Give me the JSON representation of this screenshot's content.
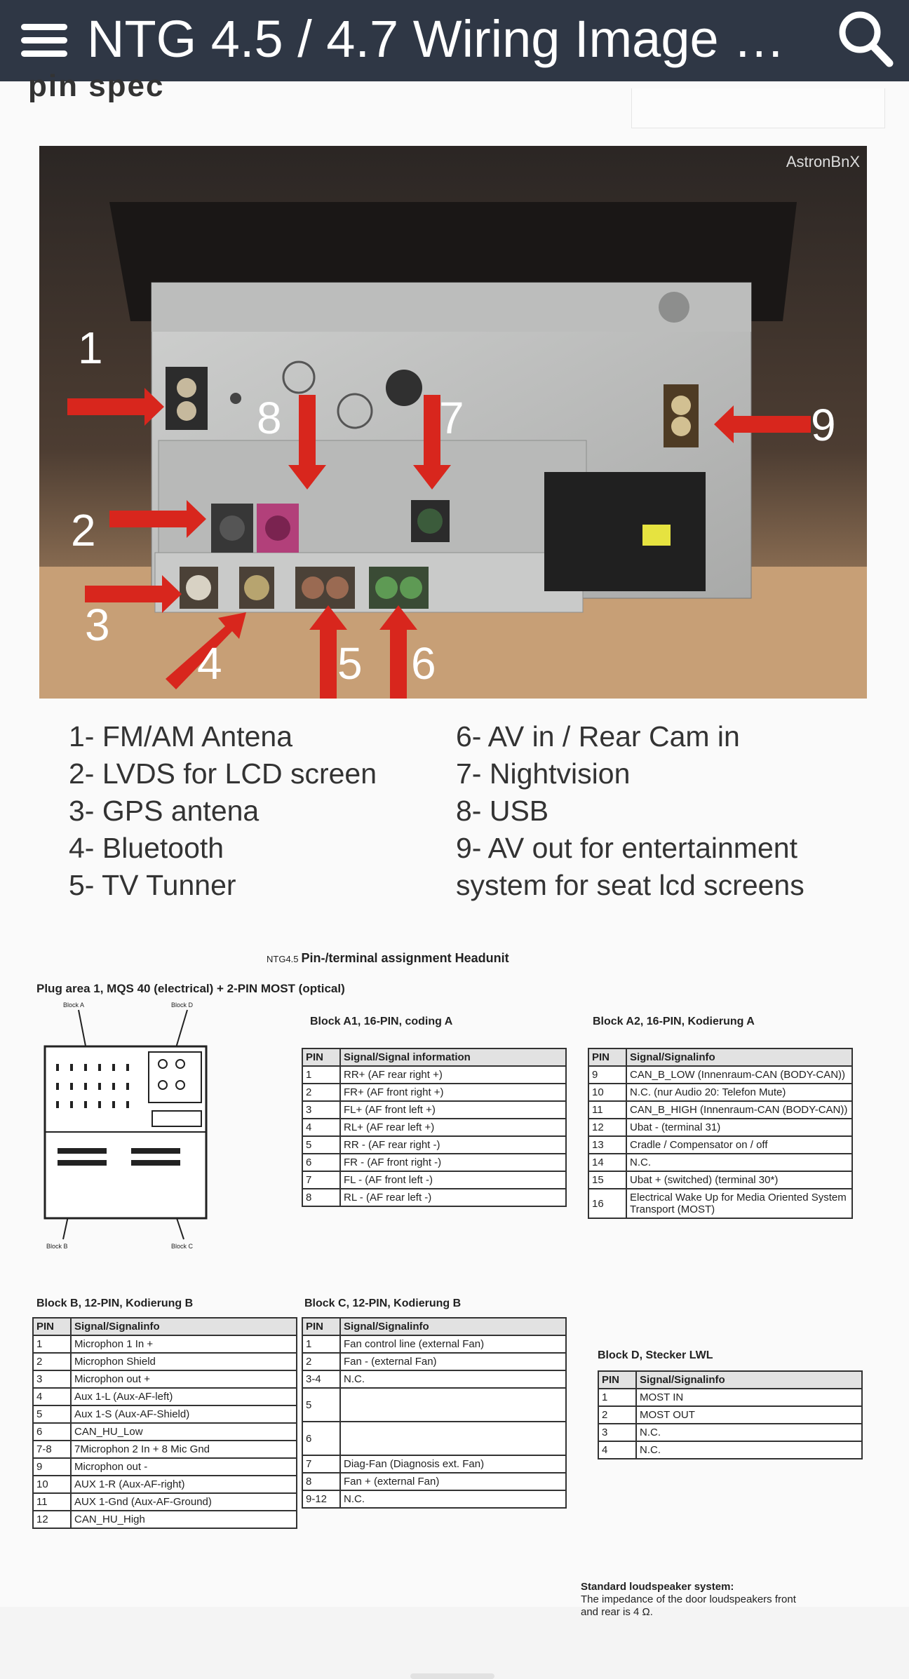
{
  "header": {
    "title": "NTG 4.5 / 4.7 Wiring Image …"
  },
  "document": {
    "photo_watermark": "AstronBnX",
    "photo_numbers": [
      "1",
      "2",
      "3",
      "4",
      "5",
      "6",
      "7",
      "8",
      "9"
    ],
    "legend_left": [
      "1- FM/AM Antena",
      "2- LVDS for LCD screen",
      "3- GPS antena",
      "4- Bluetooth",
      "5- TV Tunner"
    ],
    "legend_right": [
      "6- AV in / Rear Cam in",
      "7- Nightvision",
      "8- USB",
      "9- AV out for entertainment",
      "system for seat lcd screens"
    ],
    "pin_title_prefix": "NTG4.5",
    "pin_title": "Pin-/terminal assignment Headunit",
    "plug_area": "Plug area 1, MQS 40 (electrical) + 2-PIN MOST (optical)",
    "diagram_labels": {
      "a": "Block A",
      "b": "Block B",
      "c": "Block C",
      "d": "Block D"
    },
    "block_a1": {
      "title": "Block A1, 16-PIN, coding A",
      "headers": [
        "PIN",
        "Signal/Signal information"
      ],
      "rows": [
        [
          "1",
          "RR+ (AF rear right +)"
        ],
        [
          "2",
          "FR+ (AF front right +)"
        ],
        [
          "3",
          "FL+ (AF front left +)"
        ],
        [
          "4",
          "RL+ (AF rear left +)"
        ],
        [
          "5",
          "RR - (AF rear right -)"
        ],
        [
          "6",
          "FR - (AF front right -)"
        ],
        [
          "7",
          "FL - (AF front left -)"
        ],
        [
          "8",
          "RL - (AF rear left -)"
        ]
      ]
    },
    "block_a2": {
      "title": "Block A2, 16-PIN, Kodierung A",
      "headers": [
        "PIN",
        "Signal/Signalinfo"
      ],
      "rows": [
        [
          "9",
          "CAN_B_LOW (Innenraum-CAN (BODY-CAN))"
        ],
        [
          "10",
          "N.C. (nur Audio 20: Telefon Mute)"
        ],
        [
          "11",
          "CAN_B_HIGH (Innenraum-CAN (BODY-CAN))"
        ],
        [
          "12",
          "Ubat - (terminal 31)"
        ],
        [
          "13",
          "Cradle / Compensator on / off"
        ],
        [
          "14",
          "N.C."
        ],
        [
          "15",
          "Ubat + (switched) (terminal 30*)"
        ],
        [
          "16",
          "Electrical Wake Up for Media Oriented System Transport (MOST)"
        ]
      ]
    },
    "block_b": {
      "title": "Block B, 12-PIN, Kodierung B",
      "headers": [
        "PIN",
        "Signal/Signalinfo"
      ],
      "rows": [
        [
          "1",
          "Microphon 1 In +"
        ],
        [
          "2",
          "Microphon Shield"
        ],
        [
          "3",
          "Microphon out +"
        ],
        [
          "4",
          "Aux 1-L (Aux-AF-left)"
        ],
        [
          "5",
          "Aux 1-S (Aux-AF-Shield)"
        ],
        [
          "6",
          "CAN_HU_Low"
        ],
        [
          "7-8",
          "7Microphon 2 In +      8 Mic Gnd"
        ],
        [
          "9",
          "Microphon out -"
        ],
        [
          "10",
          "AUX 1-R (Aux-AF-right)"
        ],
        [
          "11",
          "AUX 1-Gnd (Aux-AF-Ground)"
        ],
        [
          "12",
          "CAN_HU_High"
        ]
      ]
    },
    "block_c": {
      "title": "Block C, 12-PIN, Kodierung B",
      "headers": [
        "PIN",
        "Signal/Signalinfo"
      ],
      "rows": [
        [
          "1",
          "Fan control line (external Fan)"
        ],
        [
          "2",
          "Fan - (external Fan)"
        ],
        [
          "3-4",
          "N.C."
        ],
        [
          "5",
          ""
        ],
        [
          "6",
          ""
        ],
        [
          "7",
          "Diag-Fan (Diagnosis ext. Fan)"
        ],
        [
          "8",
          "Fan + (external Fan)"
        ],
        [
          "9-12",
          "N.C."
        ]
      ]
    },
    "block_d": {
      "title": "Block D, Stecker LWL",
      "headers": [
        "PIN",
        "Signal/Signalinfo"
      ],
      "rows": [
        [
          "1",
          "MOST IN"
        ],
        [
          "2",
          "MOST OUT"
        ],
        [
          "3",
          "N.C."
        ],
        [
          "4",
          "N.C."
        ]
      ]
    },
    "speaker_title": "Standard loudspeaker system:",
    "speaker_text_1": "The impedance of the door loudspeakers front",
    "speaker_text_2": "and rear is 4 Ω."
  }
}
